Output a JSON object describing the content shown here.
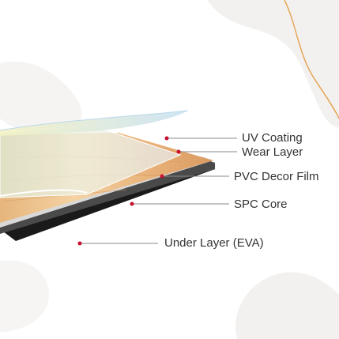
{
  "diagram": {
    "labels": [
      {
        "id": "uv-coating",
        "text": "UV Coating"
      },
      {
        "id": "wear-layer",
        "text": "Wear Layer"
      },
      {
        "id": "pvc-decor-film",
        "text": "PVC Decor Film"
      },
      {
        "id": "spc-core",
        "text": "SPC Core"
      },
      {
        "id": "under-layer",
        "text": "Under Layer (EVA)"
      }
    ]
  },
  "colors": {
    "background": "#ffffff",
    "blob": "#f3f1ef",
    "blob_outline": "#e4a656",
    "marker": "#c8102e",
    "leader_line": "#8a8a8a",
    "wood_light": "#f0c792",
    "wood_dark": "#d99a5f",
    "core_grey": "#4a4a4a",
    "underlayer_black": "#1a1a1a",
    "coating_blue": "#cfe4f2",
    "coating_yellow": "#f2f0c0"
  }
}
